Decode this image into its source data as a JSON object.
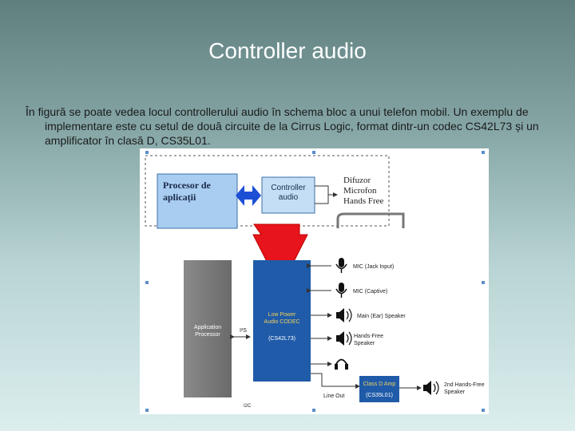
{
  "slide": {
    "title": "Controller audio",
    "body": "În figură se poate vedea locul controllerului audio în schema bloc a unui telefon mobil.  Un exemplu de implementare este cu setul de două circuite de la Cirrus Logic, format dintr-un codec CS42L73 și un amplificator în clasă D, CS35L01."
  },
  "diagram": {
    "top": {
      "processor_line1": "Procesor de",
      "processor_line2": "aplicații",
      "controller_line1": "Controller",
      "controller_line2": "audio",
      "outputs": [
        "Difuzor",
        "Microfon",
        "Hands Free"
      ]
    },
    "bottom": {
      "app_processor_line1": "Application",
      "app_processor_line2": "Processor",
      "i2s": "I²S",
      "codec_line1": "Low Power",
      "codec_line2": "Audio CODEC",
      "codec_part": "(CS42L73)",
      "peripherals": [
        "MIC (Jack Input)",
        "MIC (Captive)",
        "Main (Ear) Speaker",
        "Hands-Free",
        "Speaker"
      ],
      "amp_line1": "Class D Amp",
      "amp_part": "(CS35L01)",
      "line_out": "Line Out",
      "second_speaker_line1": "2nd Hands-Free",
      "second_speaker_line2": "Speaker",
      "bottom_label": "I2C"
    },
    "colors": {
      "processor_box": "#a9cdf0",
      "controller_box": "#c3def5",
      "app_processor": "#7a7a7a",
      "codec": "#1f5ba8",
      "amp": "#1f5ba8",
      "big_arrow": "#e8141b",
      "bidir_arrow": "#1c4fd6"
    }
  }
}
